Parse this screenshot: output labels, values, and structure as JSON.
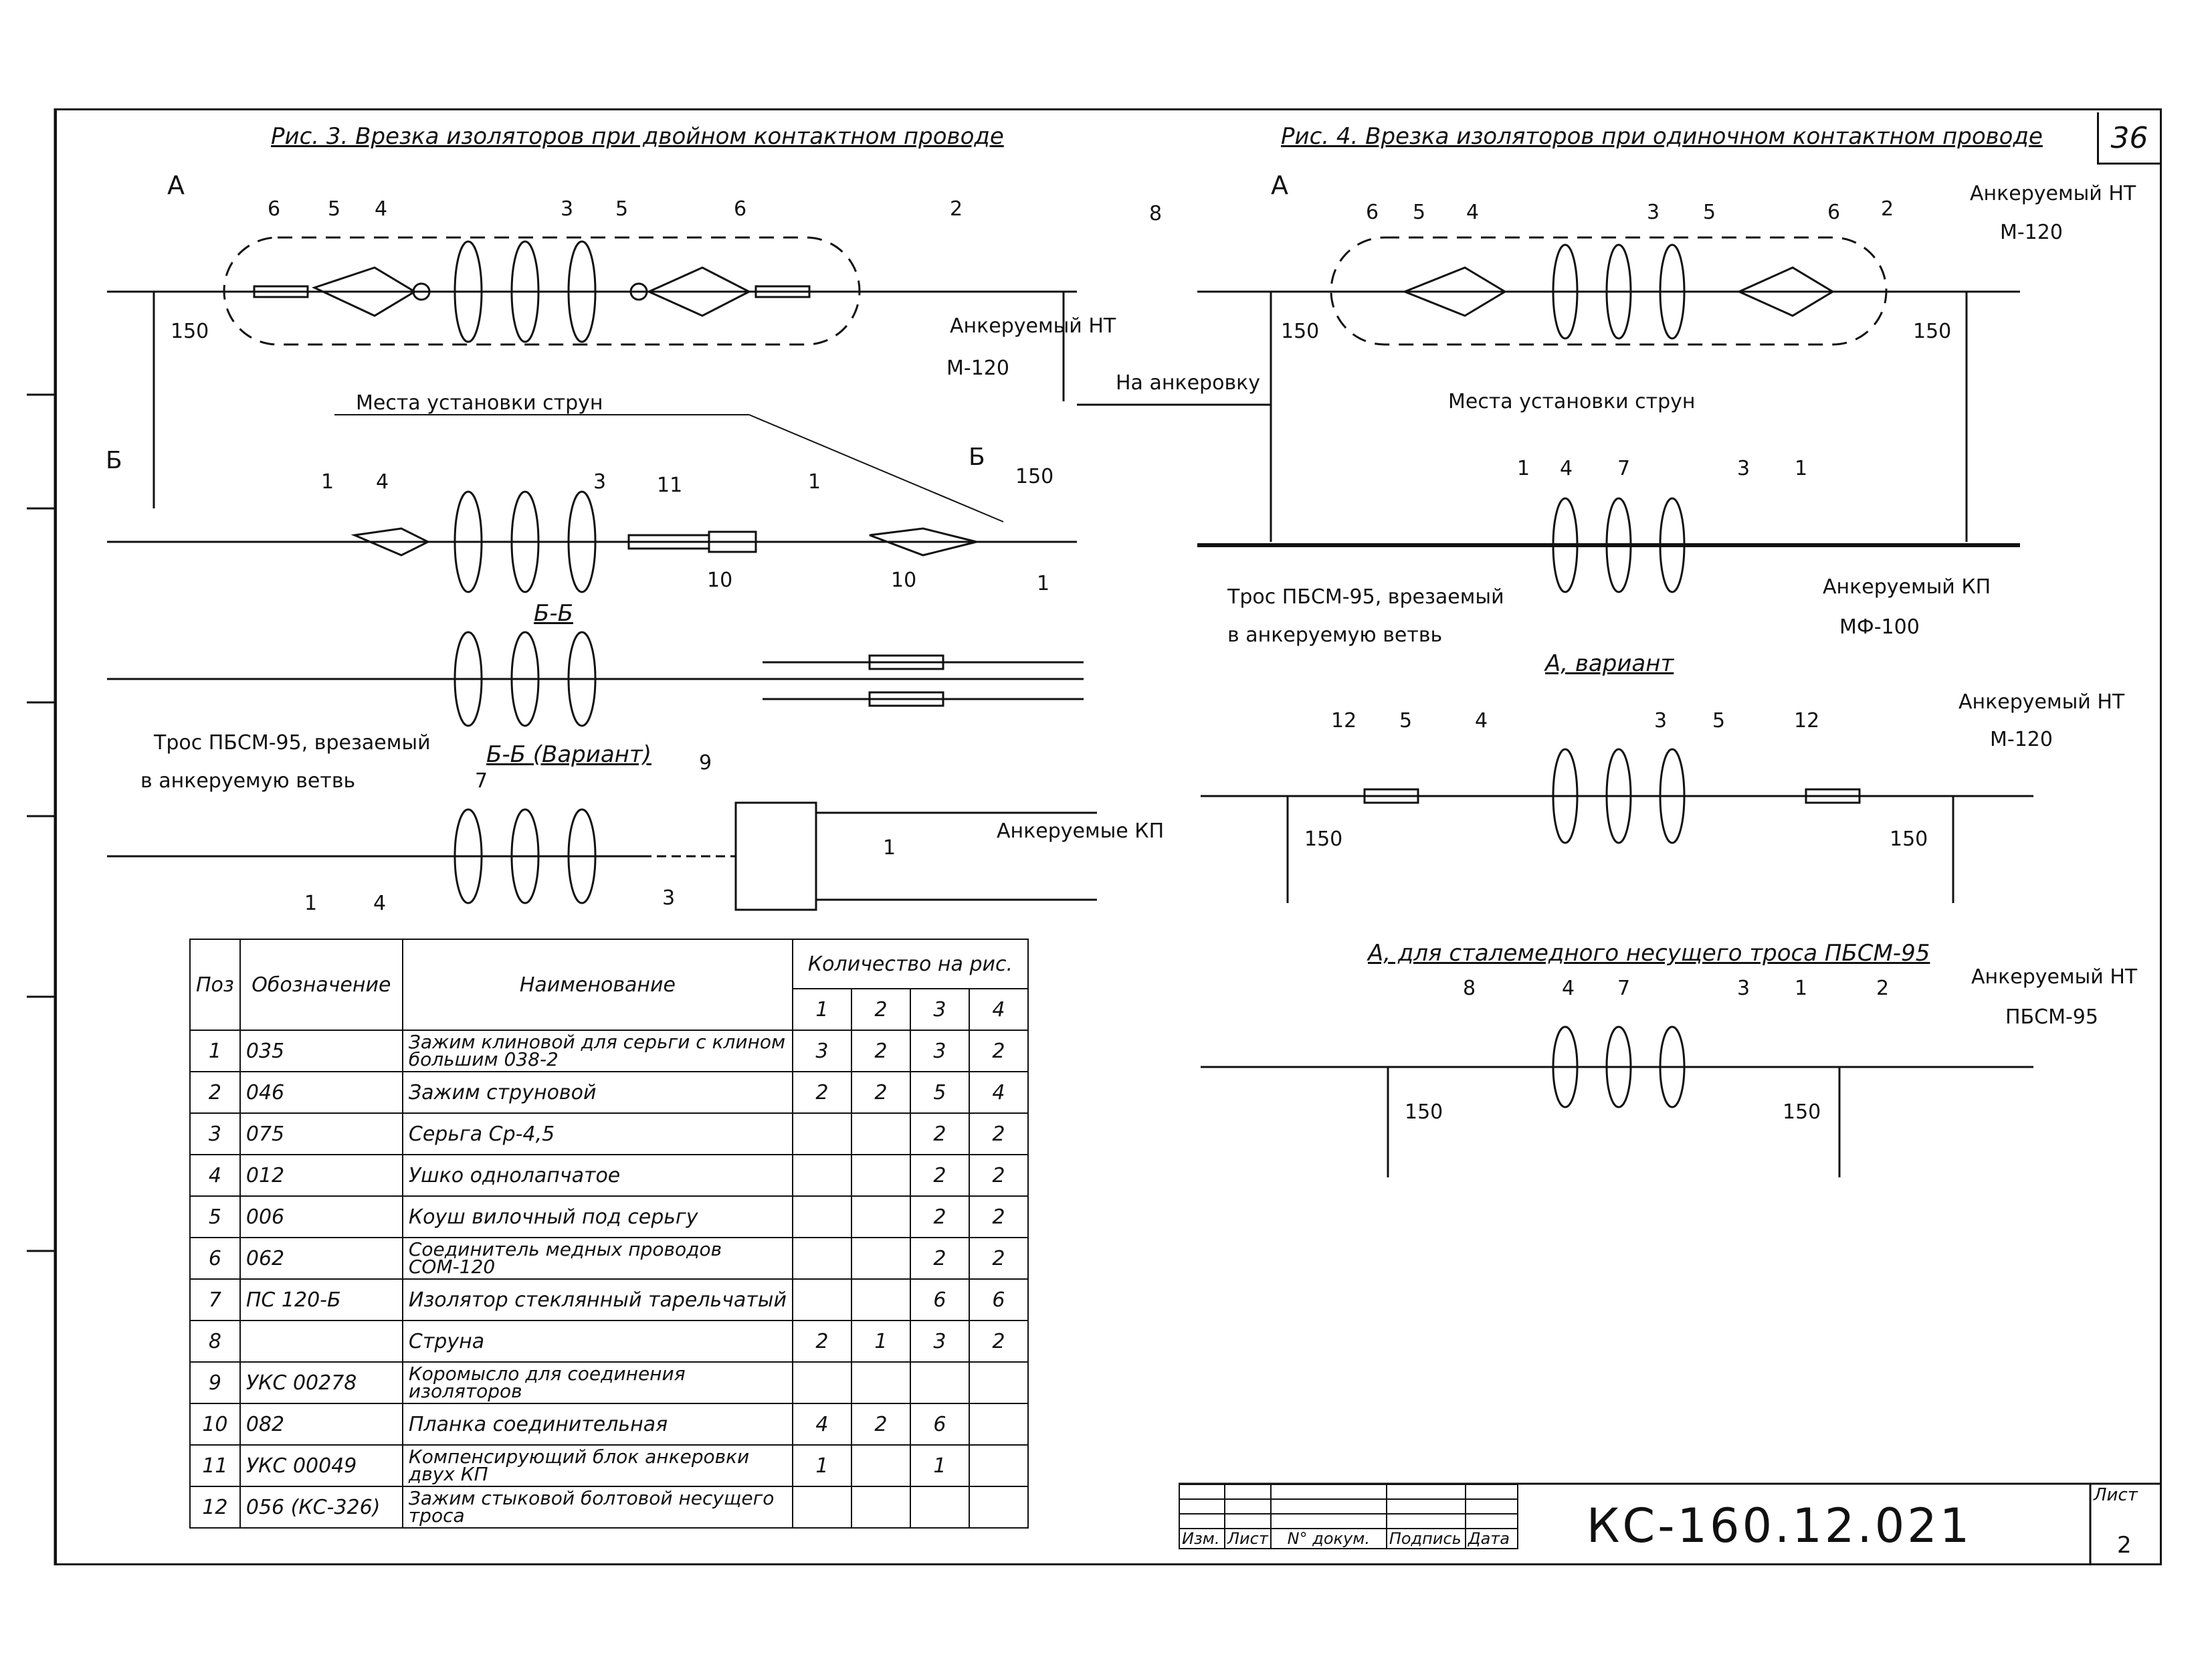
{
  "sheet_number": "36",
  "fig3": {
    "title": "Рис. 3. Врезка изоляторов при двойном контактном проводе",
    "label_A": "А",
    "callouts_top": [
      "6",
      "5",
      "4",
      "3",
      "5",
      "6",
      "2"
    ],
    "dim_150": "150",
    "anchored_nt": "Анкеруемый НТ",
    "m120": "М-120",
    "strings_place": "Места установки струн",
    "label_B_left": "Б",
    "label_B_right": "Б",
    "dim_150_b": "150",
    "callouts_mid": [
      "1",
      "4",
      "3",
      "11",
      "1"
    ],
    "callouts_mid_bottom": [
      "10",
      "10",
      "1"
    ],
    "section_bb": "Б-Б",
    "cable_line1": "Трос ПБСМ-95, врезаемый",
    "cable_line2": "в анкеруемую ветвь",
    "section_bb_var": "Б-Б (Вариант)",
    "callout_9": "9",
    "callout_7": "7",
    "callouts_var_bottom": [
      "1",
      "4",
      "3"
    ],
    "callout_1_var": "1",
    "anchored_kp": "Анкеруемые КП"
  },
  "to_anchor": "На анкеровку",
  "fig4": {
    "title": "Рис. 4. Врезка изоляторов при одиночном контактном проводе",
    "label_A": "А",
    "callout_8": "8",
    "callouts_top": [
      "6",
      "5",
      "4",
      "3",
      "5",
      "6",
      "2"
    ],
    "anchored_nt": "Анкеруемый НТ",
    "m120": "М-120",
    "dim_left": "150",
    "dim_right": "150",
    "strings_place": "Места установки струн",
    "callouts_mid": [
      "1",
      "4",
      "7",
      "3",
      "1"
    ],
    "cable_line1": "Трос ПБСМ-95, врезаемый",
    "cable_line2": "в анкеруемую ветвь",
    "anchored_kp": "Анкеруемый КП",
    "mf100": "МФ-100"
  },
  "variant_a": {
    "title": "А, вариант",
    "callouts": [
      "12",
      "5",
      "4",
      "3",
      "5",
      "12"
    ],
    "anchored_nt": "Анкеруемый НТ",
    "m120": "М-120",
    "dim_left": "150",
    "dim_right": "150"
  },
  "variant_steel": {
    "title": "А, для сталемедного несущего троса ПБСМ-95",
    "callouts": [
      "8",
      "4",
      "7",
      "3",
      "1",
      "2"
    ],
    "anchored_nt": "Анкеруемый НТ",
    "pbsm95": "ПБСМ-95",
    "dim_left": "150",
    "dim_right": "150"
  },
  "spec_table": {
    "headers": {
      "pos": "Поз",
      "designation": "Обозначение",
      "name": "Наименование",
      "qty": "Количество на рис.",
      "figs": [
        "1",
        "2",
        "3",
        "4"
      ]
    },
    "rows": [
      {
        "pos": "1",
        "code": "035",
        "name": "Зажим клиновой для серьги с клином большим 038-2",
        "q": [
          "3",
          "2",
          "3",
          "2"
        ]
      },
      {
        "pos": "2",
        "code": "046",
        "name": "Зажим струновой",
        "q": [
          "2",
          "2",
          "5",
          "4"
        ]
      },
      {
        "pos": "3",
        "code": "075",
        "name": "Серьга Ср-4,5",
        "q": [
          "",
          "",
          "2",
          "2"
        ]
      },
      {
        "pos": "4",
        "code": "012",
        "name": "Ушко однолапчатое",
        "q": [
          "",
          "",
          "2",
          "2"
        ]
      },
      {
        "pos": "5",
        "code": "006",
        "name": "Коуш вилочный под серьгу",
        "q": [
          "",
          "",
          "2",
          "2"
        ]
      },
      {
        "pos": "6",
        "code": "062",
        "name": "Соединитель медных проводов СОМ-120",
        "q": [
          "",
          "",
          "2",
          "2"
        ]
      },
      {
        "pos": "7",
        "code": "ПС 120-Б",
        "name": "Изолятор стеклянный тарельчатый",
        "q": [
          "",
          "",
          "6",
          "6"
        ]
      },
      {
        "pos": "8",
        "code": "",
        "name": "Струна",
        "q": [
          "2",
          "1",
          "3",
          "2"
        ]
      },
      {
        "pos": "9",
        "code": "УКС 00278",
        "name": "Коромысло для соединения изоляторов",
        "q": [
          "",
          "",
          "",
          ""
        ]
      },
      {
        "pos": "10",
        "code": "082",
        "name": "Планка соединительная",
        "q": [
          "4",
          "2",
          "6",
          ""
        ]
      },
      {
        "pos": "11",
        "code": "УКС 00049",
        "name": "Компенсирующий блок анкеровки двух КП",
        "q": [
          "1",
          "",
          "1",
          ""
        ]
      },
      {
        "pos": "12",
        "code": "056 (КС-326)",
        "name": "Зажим стыковой болтовой несущего троса",
        "q": [
          "",
          "",
          "",
          ""
        ]
      }
    ]
  },
  "title_block": {
    "cols": [
      "Изм.",
      "Лист",
      "N° докум.",
      "Подпись",
      "Дата"
    ],
    "doc_code": "КС-160.12.021",
    "sheet_label": "Лист",
    "sheet_value": "2"
  }
}
